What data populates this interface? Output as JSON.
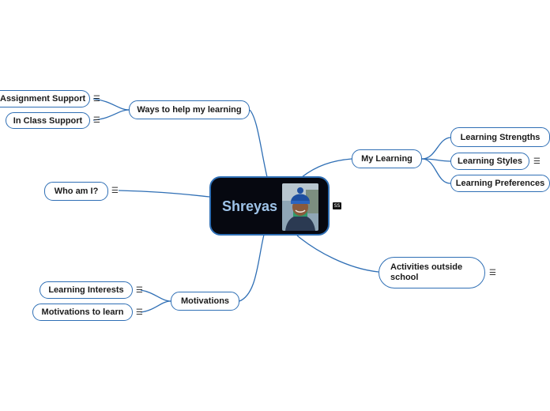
{
  "central": {
    "title": "Shreyas",
    "tag": "SS"
  },
  "nodes": {
    "ways_to_help": "Ways to help my learning",
    "assignment_support": "Assignment Support",
    "in_class_support": "In Class Support",
    "who_am_i": "Who am I?",
    "motivations": "Motivations",
    "learning_interests": "Learning Interests",
    "motivations_to_learn": "Motivations to learn",
    "my_learning": "My Learning",
    "learning_strengths": "Learning Strengths",
    "learning_styles": "Learning Styles",
    "learning_preferences": "Learning Preferences",
    "activities_outside_school": "Activities outside school"
  },
  "icons": {
    "note": "notes-icon",
    "avatar": "profile-photo"
  },
  "colors": {
    "line": "#2f6fb5",
    "central_bg": "#060810",
    "central_text": "#9ec3e8"
  }
}
